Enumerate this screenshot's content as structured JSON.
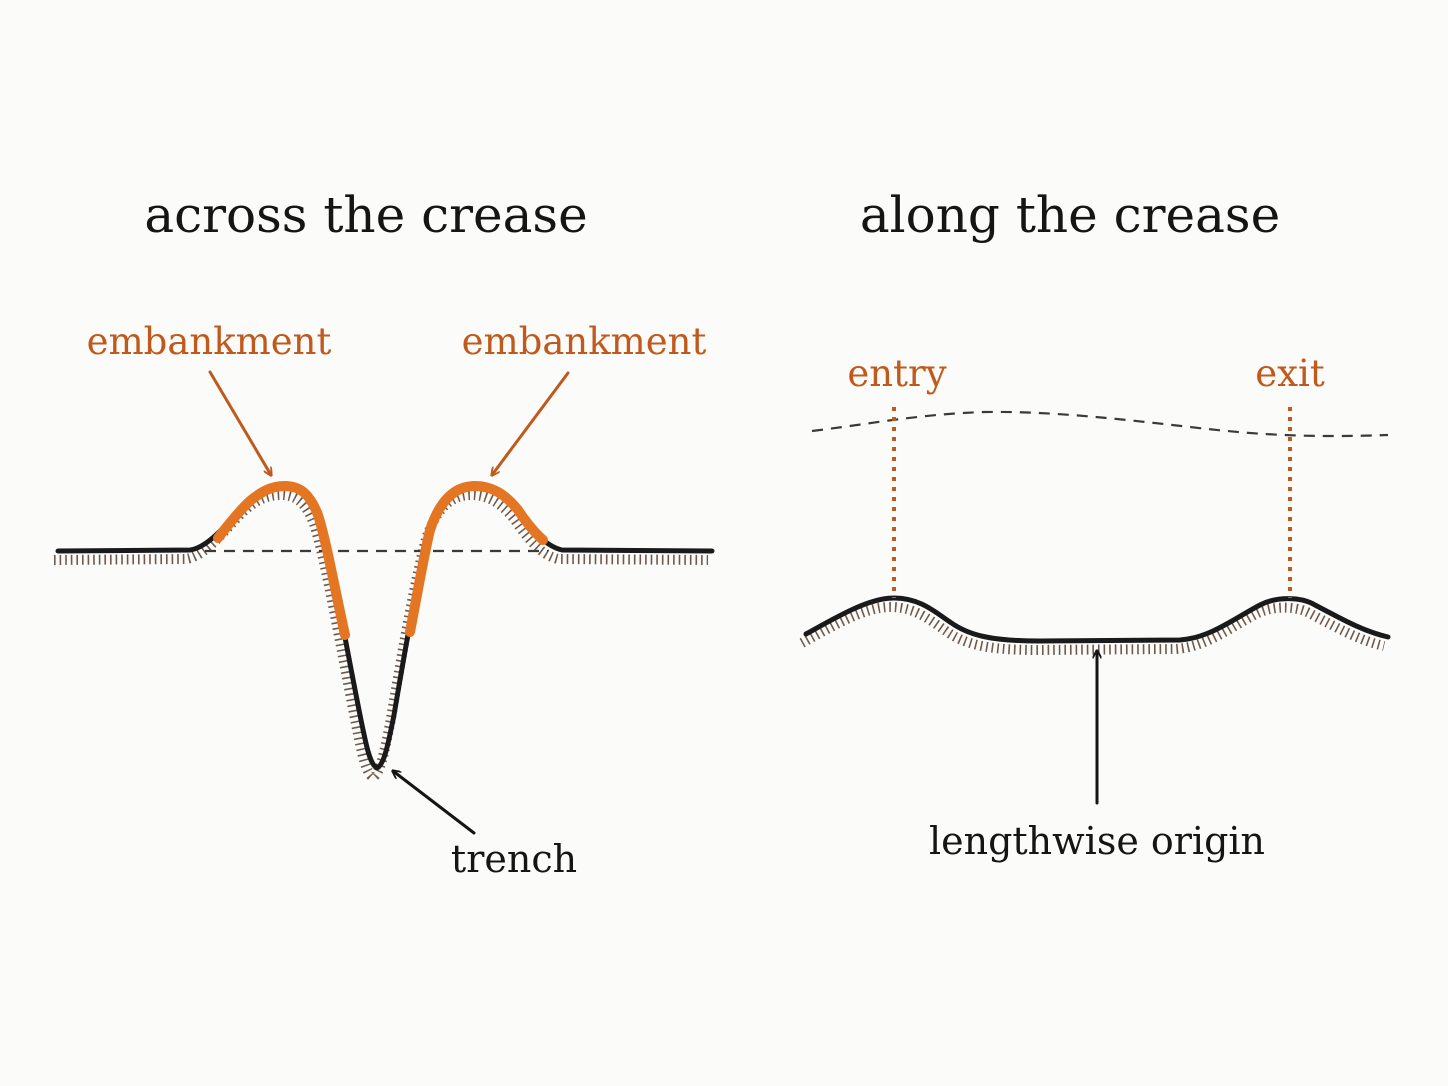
{
  "left_panel": {
    "title": "across the crease",
    "left_callout": "embankment",
    "right_callout": "embankment",
    "bottom_callout": "trench"
  },
  "right_panel": {
    "title": "along the crease",
    "entry_label": "entry",
    "exit_label": "exit",
    "bottom_callout": "lengthwise origin"
  },
  "colors": {
    "accent": "#c05a1c",
    "highlight": "#e47522",
    "ink": "#151515",
    "hatch": "#6e5a4c"
  }
}
